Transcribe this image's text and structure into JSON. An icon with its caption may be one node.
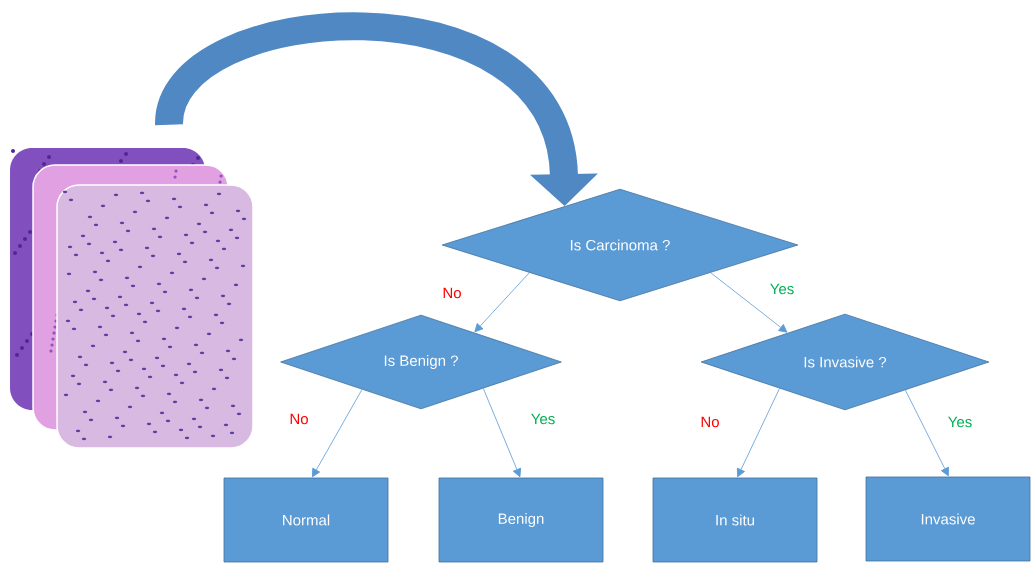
{
  "diagram": {
    "nodes": [
      {
        "text": [],
        "shape": "picture"
      },
      {
        "text": [
          "Is Carcinoma ?"
        ]
      },
      {
        "text": [
          "Is Benign ?"
        ]
      },
      {
        "text": [
          "Is Invasive ?"
        ]
      },
      {
        "text": [
          "Normal"
        ]
      },
      {
        "text": [
          "Benign"
        ]
      },
      {
        "text": [
          "In situ"
        ]
      },
      {
        "text": [
          "Invasive"
        ]
      }
    ],
    "edges": [
      {
        "from": 0,
        "to": 1,
        "arrow": "to",
        "style": "thick"
      },
      {
        "from": 1,
        "to": 2,
        "arrow": "to",
        "label": "No"
      },
      {
        "from": 1,
        "to": 3,
        "arrow": "to",
        "label": "Yes"
      },
      {
        "from": 2,
        "to": 4,
        "arrow": "to",
        "label": "No"
      },
      {
        "from": 2,
        "to": 5,
        "arrow": "to",
        "label": "Yes"
      },
      {
        "from": 3,
        "to": 6,
        "arrow": "to",
        "label": "No"
      },
      {
        "from": 3,
        "to": 7,
        "arrow": "to",
        "label": "Yes"
      }
    ]
  }
}
